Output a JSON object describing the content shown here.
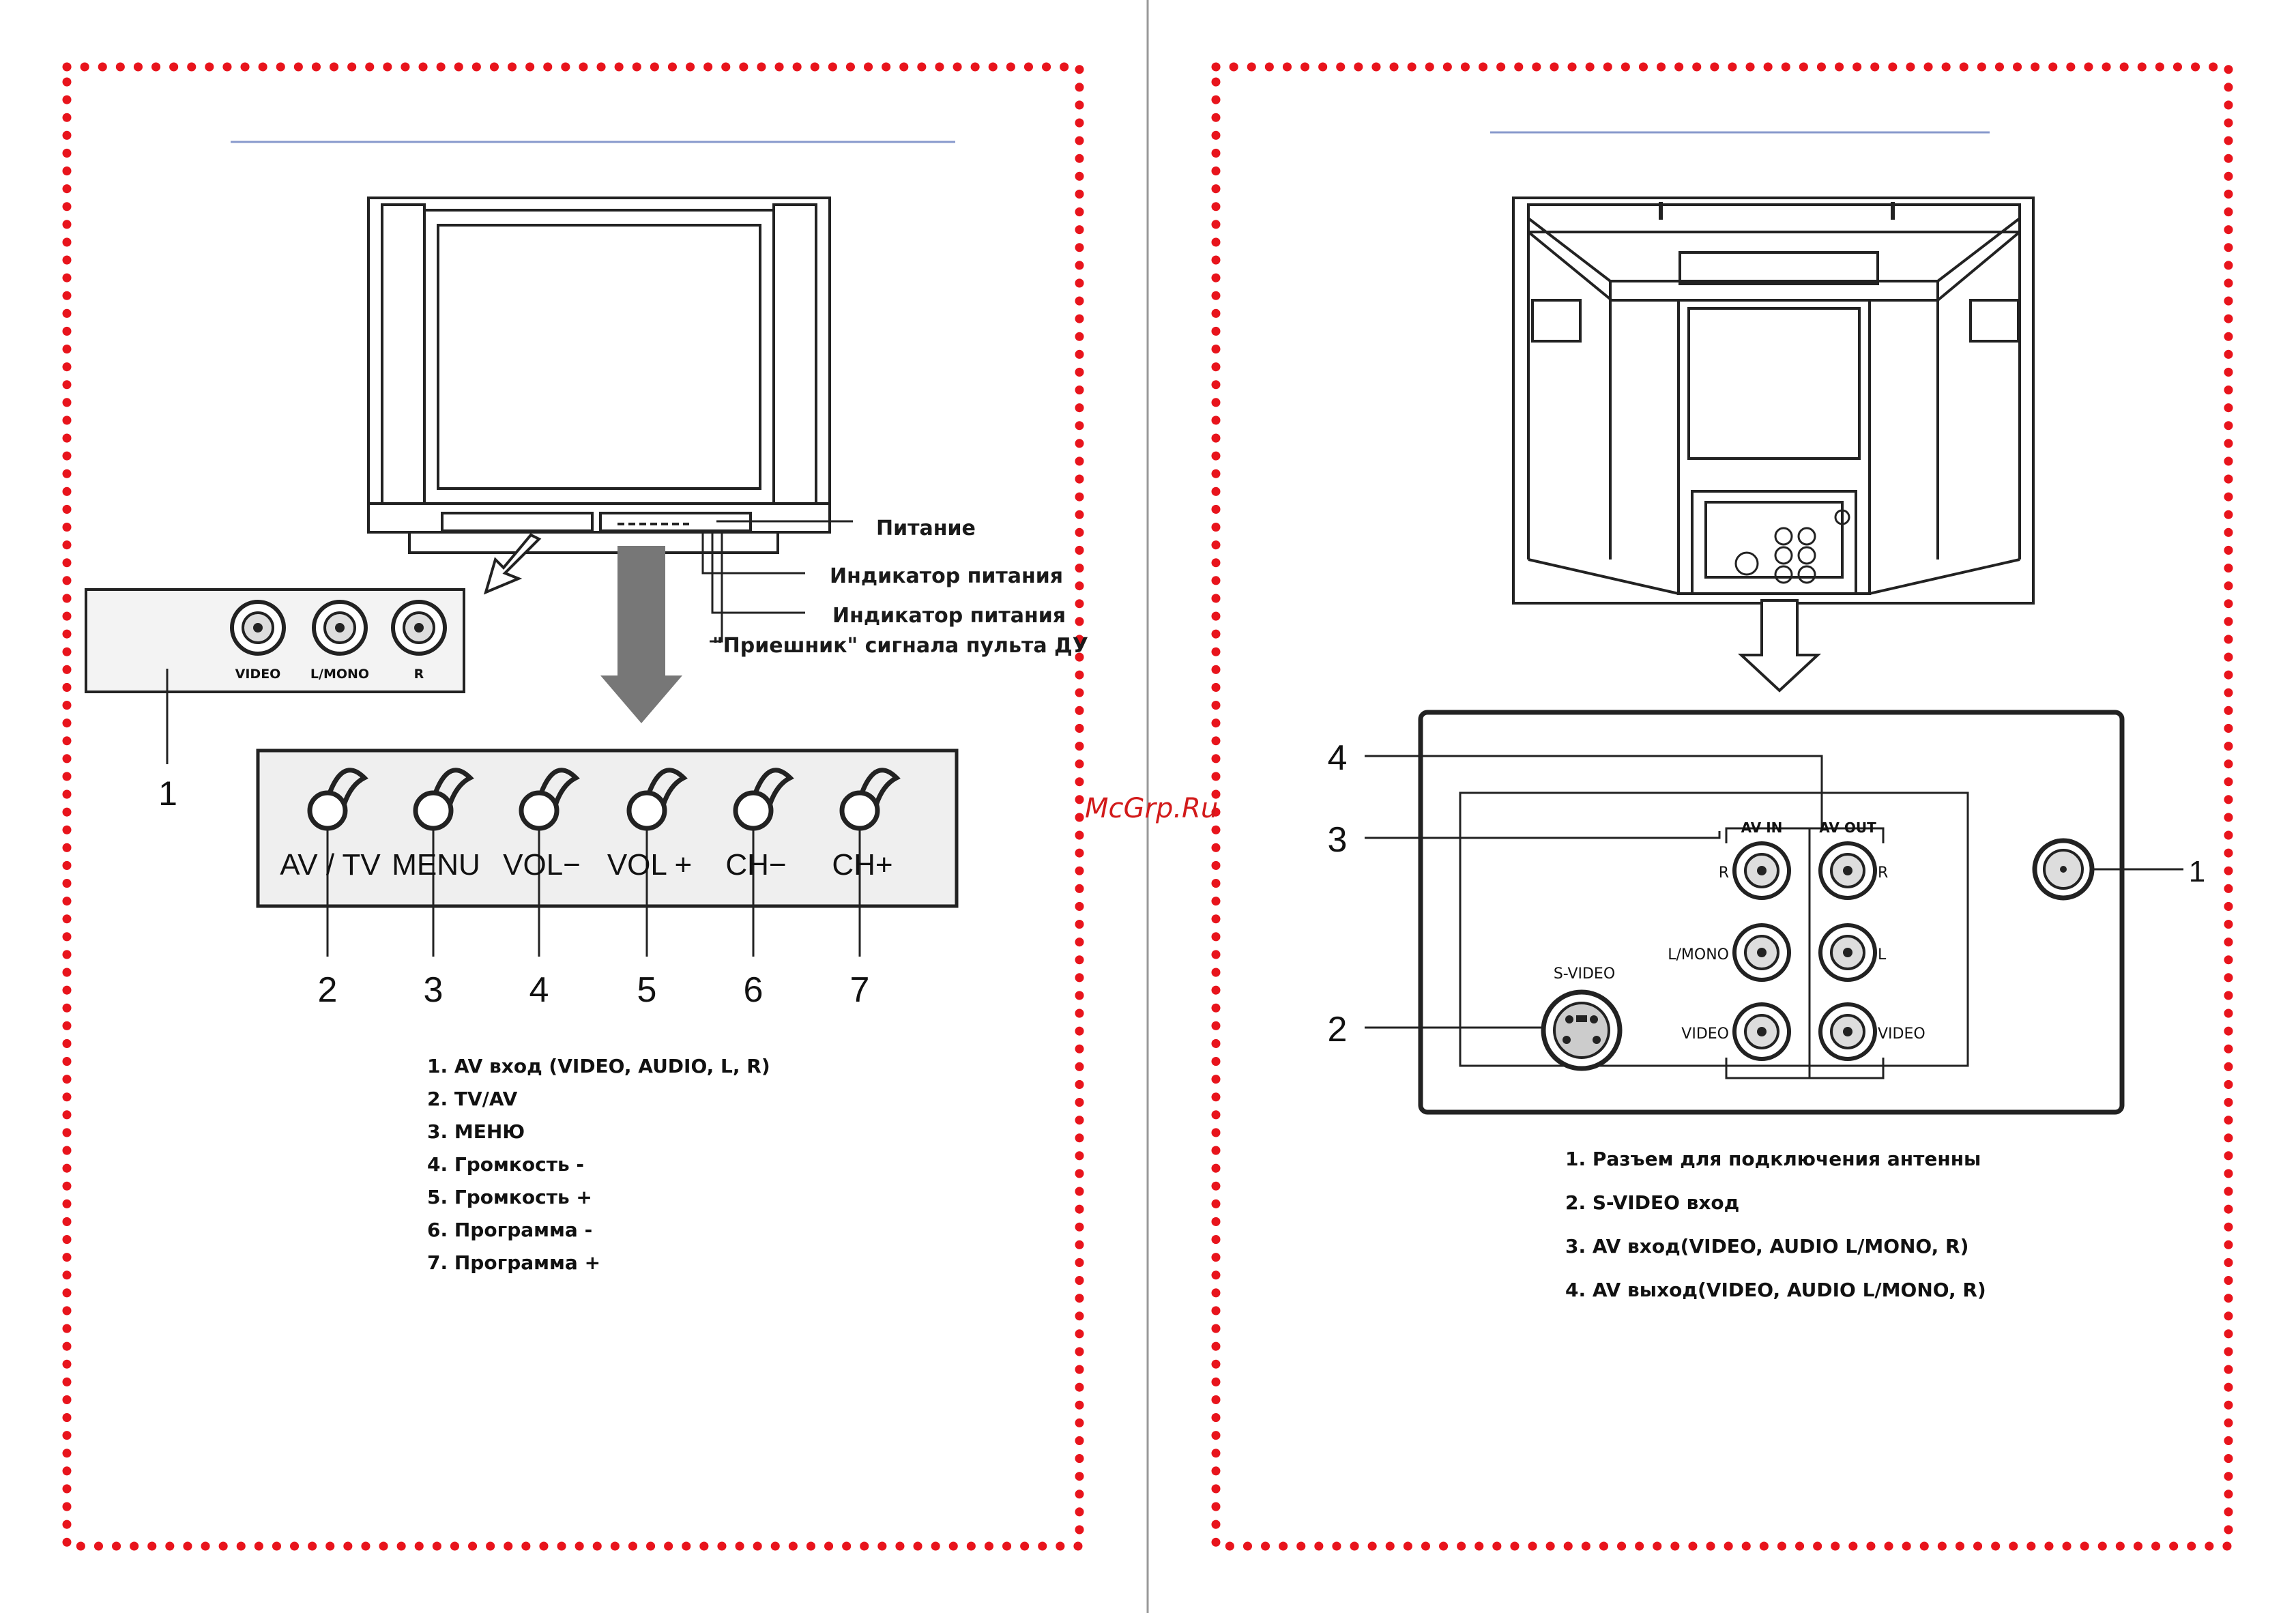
{
  "watermark": "McGrp.Ru",
  "left_page": {
    "callouts": {
      "power": "Питание",
      "indicator_1": "Индикатор питания",
      "indicator_2": "Индикатор питания",
      "receiver": "\"Приешник\" сигнала пульта ДУ"
    },
    "side_jacks": [
      "VIDEO",
      "L/MONO",
      "R"
    ],
    "side_panel_number": "1",
    "buttons": [
      "AV / TV",
      "MENU",
      "VOL−",
      "VOL +",
      "CH−",
      "CH+"
    ],
    "button_numbers": [
      "2",
      "3",
      "4",
      "5",
      "6",
      "7"
    ],
    "legend": [
      "1. AV вход (VIDEO, AUDIO, L, R)",
      "2. TV/AV",
      "3. МЕНЮ",
      "4. Громкость  -",
      "5. Громкость  +",
      "6. Программа  -",
      "7. Программа  +"
    ]
  },
  "right_page": {
    "groups": {
      "av_in": "AV IN",
      "av_out": "AV OUT"
    },
    "jack_labels": {
      "in_r": "R",
      "in_l": "L/MONO",
      "in_video": "VIDEO",
      "out_r": "R",
      "out_l": "L",
      "out_video": "VIDEO",
      "svideo": "S-VIDEO"
    },
    "numbers": {
      "n4": "4",
      "n3": "3",
      "n2": "2",
      "n1": "1"
    },
    "legend": [
      "1. Разъем для подключения антенны",
      "2. S-VIDEO  вход",
      "3. AV вход(VIDEO, AUDIO  L/MONO, R)",
      "4. AV выход(VIDEO, AUDIO  L/MONO, R)"
    ]
  },
  "colors": {
    "dotted_border": "#e8141c",
    "ink": "#1a1a1a",
    "watermark": "#d21a1a"
  }
}
